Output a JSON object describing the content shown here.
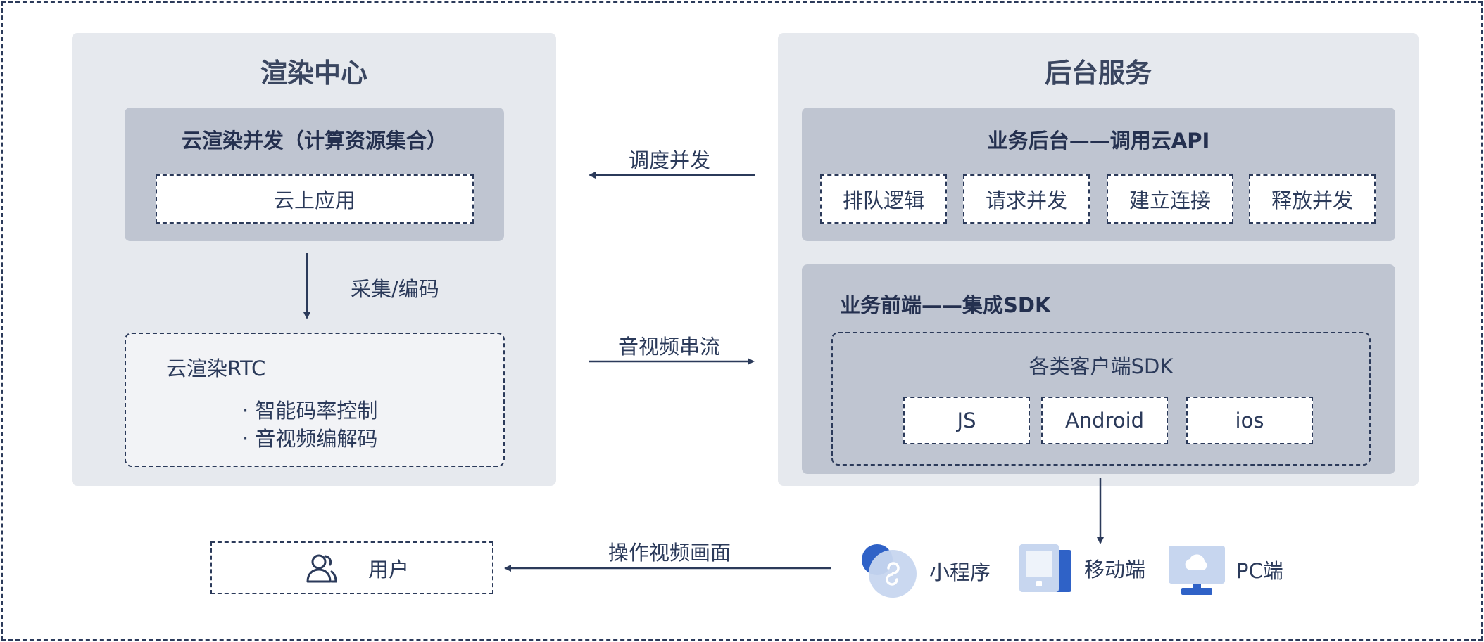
{
  "render_center": {
    "title": "渲染中心",
    "compute_box": {
      "title": "云渲染并发（计算资源集合）",
      "app_label": "云上应用"
    },
    "capture_label": "采集/编码",
    "rtc_box": {
      "title": "云渲染RTC",
      "features": [
        "· 智能码率控制",
        "· 音视频编解码"
      ]
    }
  },
  "backend": {
    "title": "后台服务",
    "business_backend": {
      "title": "业务后台——调用云API",
      "items": [
        "排队逻辑",
        "请求并发",
        "建立连接",
        "释放并发"
      ]
    },
    "business_frontend": {
      "title": "业务前端——集成SDK",
      "sdk_title": "各类客户端SDK",
      "sdks": [
        "JS",
        "Android",
        "ios"
      ]
    }
  },
  "flows": {
    "schedule": "调度并发",
    "stream": "音视频串流",
    "operate": "操作视频画面"
  },
  "user_label": "用户",
  "endpoints": [
    {
      "label": "小程序",
      "icon": "mini-program-icon"
    },
    {
      "label": "移动端",
      "icon": "mobile-device-icon"
    },
    {
      "label": "PC端",
      "icon": "pc-monitor-icon"
    }
  ],
  "colors": {
    "line": "#2b3a5a",
    "panel": "#e6e9ee",
    "box": "#bfc5d1",
    "accent": "#4a7fd6"
  }
}
